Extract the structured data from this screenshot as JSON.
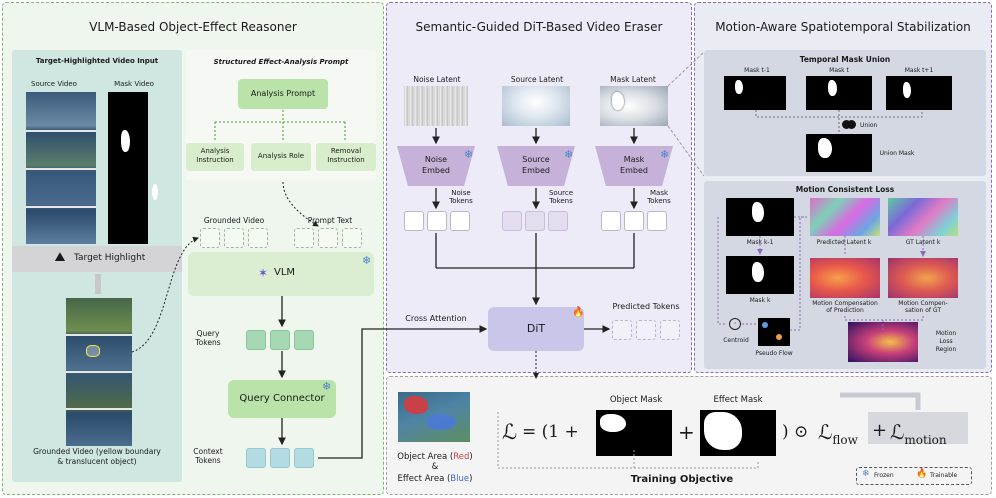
{
  "panels": {
    "left_title": "VLM-Based Object-Effect Reasoner",
    "middle_title": "Semantic-Guided DiT-Based Video Eraser",
    "right_title": "Motion-Aware Spatiotemporal Stabilization"
  },
  "left": {
    "target_title": "Target-Highlighted Video Input",
    "source_video": "Source Video",
    "mask_video": "Mask Video",
    "target_highlight": "Target Highlight",
    "grounded_caption_1": "Grounded Video (yellow boundary",
    "grounded_caption_2": "& translucent object)",
    "prompt_title": "Structured Effect-Analysis Prompt",
    "analysis_prompt": "Analysis Prompt",
    "analysis_instruction_1": "Analysis",
    "analysis_instruction_2": "Instruction",
    "analysis_role": "Analysis Role",
    "removal_instruction_1": "Removal",
    "removal_instruction_2": "Instruction",
    "grounded_video": "Grounded Video",
    "prompt_text": "Prompt Text",
    "vlm": "VLM",
    "query_tokens_1": "Query",
    "query_tokens_2": "Tokens",
    "query_connector": "Query Connector",
    "context_tokens_1": "Context",
    "context_tokens_2": "Tokens"
  },
  "middle": {
    "noise_latent": "Noise Latent",
    "source_latent": "Source Latent",
    "mask_latent": "Mask Latent",
    "noise_embed_1": "Noise",
    "noise_embed_2": "Embed",
    "source_embed_1": "Source",
    "source_embed_2": "Embed",
    "mask_embed_1": "Mask",
    "mask_embed_2": "Embed",
    "noise_tokens_1": "Noise",
    "noise_tokens_2": "Tokens",
    "source_tokens_1": "Source",
    "source_tokens_2": "Tokens",
    "mask_tokens_1": "Mask",
    "mask_tokens_2": "Tokens",
    "cross_attention": "Cross Attention",
    "dit": "DiT",
    "predicted_tokens": "Predicted Tokens"
  },
  "right": {
    "temporal_mask_union": "Temporal Mask Union",
    "mask_t_minus": "Mask t-1",
    "mask_t": "Mask t",
    "mask_t_plus": "Mask t+1",
    "union": "Union",
    "union_mask": "Union Mask",
    "motion_consistent_loss": "Motion Consistent Loss",
    "mask_k_minus": "Mask k-1",
    "mask_k": "Mask k",
    "predicted_latent": "Predicted Latent k",
    "gt_latent": "GT Latent k",
    "motion_comp_pred_1": "Motion Compensation",
    "motion_comp_pred_2": "of Prediction",
    "motion_comp_gt_1": "Motion Compen-",
    "motion_comp_gt_2": "sation of GT",
    "motion_loss_1": "Motion",
    "motion_loss_2": "Loss",
    "motion_loss_3": "Region",
    "centroid": "Centroid",
    "pseudo_flow": "Pseudo Flow"
  },
  "bottom": {
    "object_area_prefix": "Object Area (",
    "red": "Red",
    "object_area_suffix": ")",
    "amp": "&",
    "effect_area_prefix": "Effect Area (",
    "blue": "Blue",
    "effect_area_suffix": ")",
    "object_mask": "Object Mask",
    "effect_mask": "Effect Mask",
    "formula_L": "ℒ",
    "formula_eq": "= (1 +",
    "formula_plus": "+",
    "formula_odot": ") ⊙",
    "formula_flow": "ℒ",
    "formula_flow_sub": "flow",
    "formula_plus2": "+",
    "formula_motion": "ℒ",
    "formula_motion_sub": "motion",
    "training_objective": "Training Objective",
    "legend_frozen": "Frozen",
    "legend_trainable": "Trainable"
  },
  "colors": {
    "left_panel": "#eef6ee",
    "middle_panel": "#ecebf7",
    "right_panel": "#eaecf4",
    "green_token": "#a6d8b4",
    "blue_token": "#b4dbe2",
    "dit_box": "#c9c6ea",
    "embed": "#c6b2d8"
  },
  "icons": [
    "snowflake-icon",
    "fire-icon",
    "highlight-icon",
    "vlm-logo-icon",
    "centroid-icon",
    "union-icon"
  ]
}
